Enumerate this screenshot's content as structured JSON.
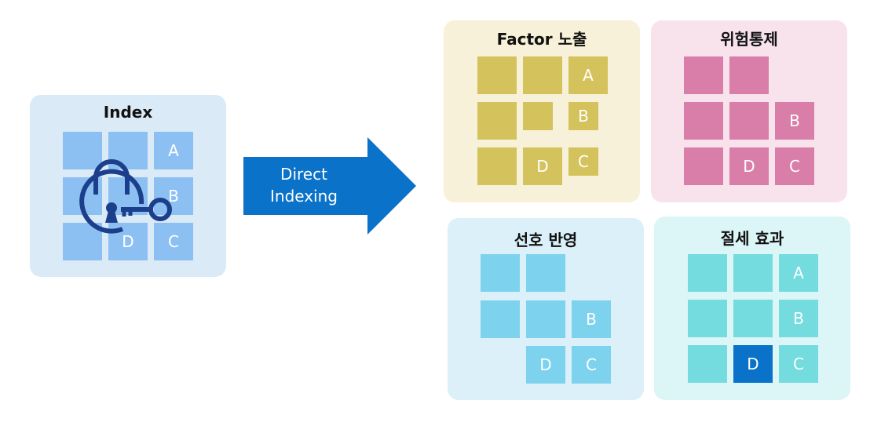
{
  "index_panel": {
    "title": "Index",
    "cells": [
      "A",
      "B",
      "D",
      "C"
    ]
  },
  "arrow": {
    "line1": "Direct",
    "line2": "Indexing"
  },
  "panels": [
    {
      "title": "Factor 노출",
      "cells": [
        "A",
        "B",
        "D",
        "C"
      ]
    },
    {
      "title": "위험통제",
      "cells": [
        "B",
        "D",
        "C"
      ]
    },
    {
      "title": "선호 반영",
      "cells": [
        "B",
        "D",
        "C"
      ]
    },
    {
      "title": "절세 효과",
      "cells": [
        "A",
        "B",
        "D",
        "C"
      ]
    }
  ],
  "colors": {
    "index_bg": "#daeaf7",
    "index_cell": "#8cc0f3",
    "lock": "#1c3f8c",
    "arrow": "#0a72c8",
    "factor_bg": "#f6f1d8",
    "factor_cell": "#d4c25c",
    "risk_bg": "#f8e3ec",
    "risk_cell": "#d97ea8",
    "pref_bg": "#dbf0f8",
    "pref_cell": "#7dd2ee",
    "tax_bg": "#dcf5f7",
    "tax_cell": "#74dcde",
    "tax_highlight": "#0a72c8"
  }
}
